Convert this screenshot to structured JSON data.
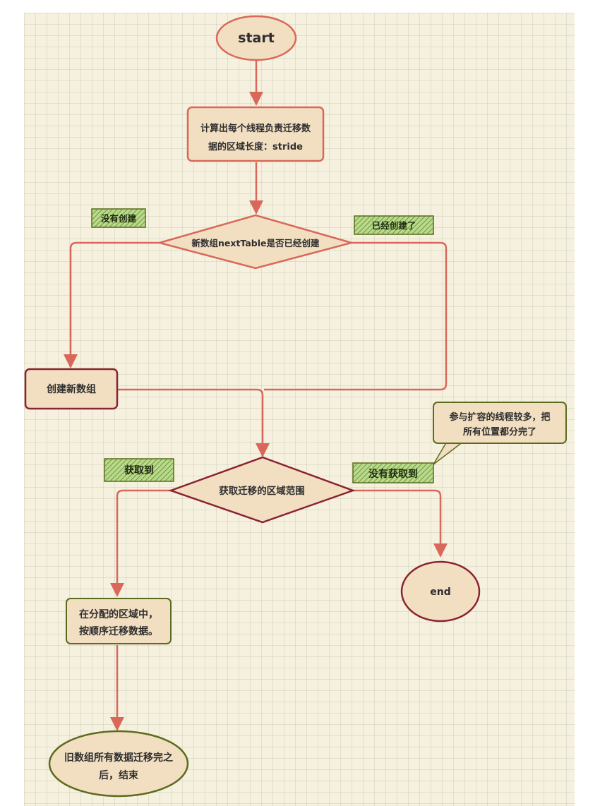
{
  "nodes": {
    "start": "start",
    "compute_line1": "计算出每个线程负责迁移数",
    "compute_line2": "据的区域长度：stride",
    "check_table": "新数组nextTable是否已经创建",
    "create_array": "创建新数组",
    "get_range": "获取迁移的区域范围",
    "migrate_line1": "在分配的区域中，",
    "migrate_line2": "按顺序迁移数据。",
    "finish_line1": "旧数组所有数据迁移完之",
    "finish_line2": "后，结束",
    "end": "end"
  },
  "tags": {
    "not_created": "没有创建",
    "already_created": "已经创建了",
    "got_it": "获取到",
    "not_got": "没有获取到"
  },
  "callout": {
    "line1": "参与扩容的线程较多，把",
    "line2": "所有位置都分完了"
  },
  "colors": {
    "arrow": "#d9685a",
    "node_fill": "#f2dfc2",
    "node_stroke": "#d9685a",
    "dark_stroke": "#8a2430",
    "tag_fill": "#9fc86a",
    "olive_stroke": "#5b6b1e"
  }
}
